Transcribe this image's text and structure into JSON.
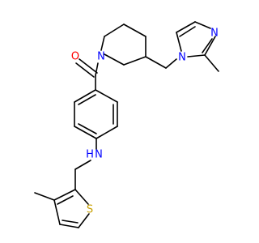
{
  "colors": {
    "carbon_bond": "#000000",
    "oxygen": "#ff0000",
    "nitrogen": "#0000ff",
    "sulfur": "#c8a000"
  },
  "atom_labels": {
    "carbonyl_oxygen": "O",
    "piperidine_nitrogen": "N",
    "imidazole_n1": "N",
    "imidazole_n3": "N",
    "amine_nitrogen": "N",
    "amine_hydrogen": "H",
    "thiophene_sulfur": "S"
  }
}
